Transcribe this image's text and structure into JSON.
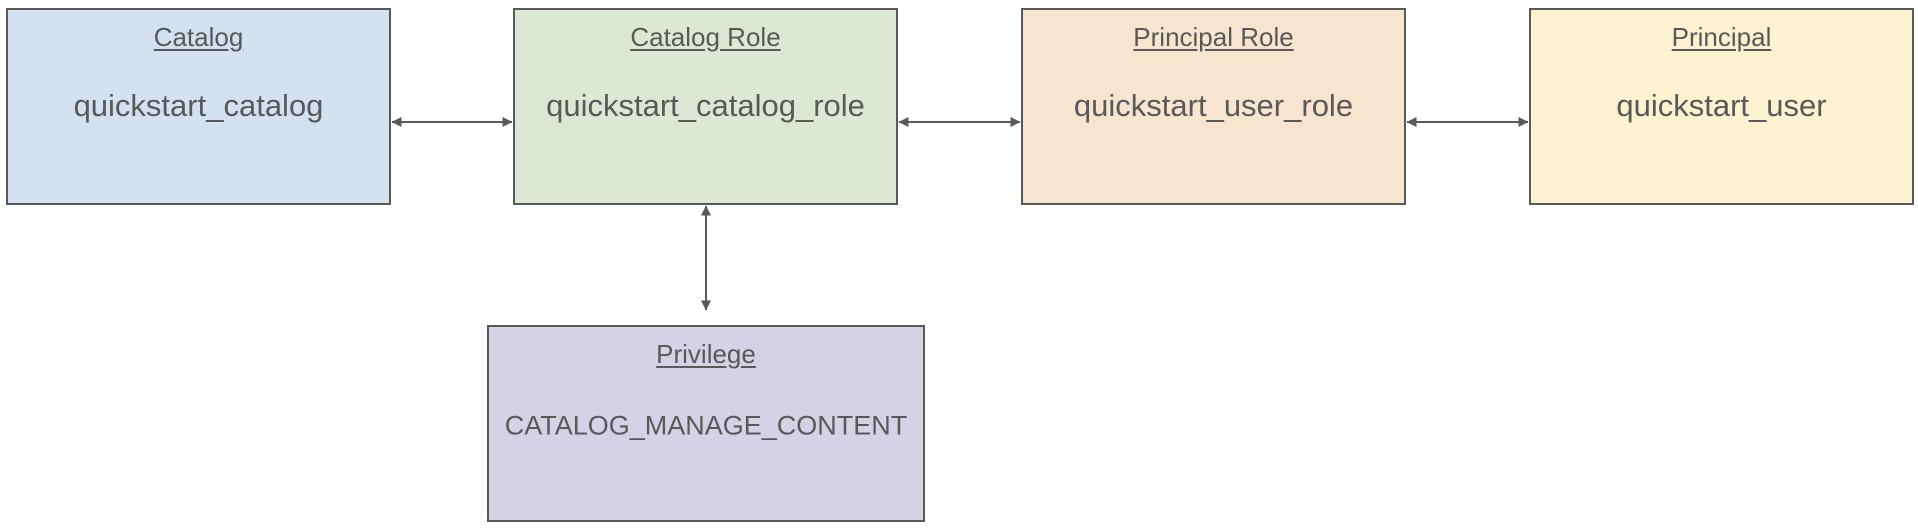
{
  "colors": {
    "catalog": "#d4e1f1",
    "catalog_role": "#dce8d4",
    "principal_role": "#f8e5d0",
    "principal": "#fcf2cf",
    "privilege": "#d7d1e5",
    "stroke": "#595959"
  },
  "nodes": {
    "catalog": {
      "title": "Catalog",
      "value": "quickstart_catalog"
    },
    "catalog_role": {
      "title": "Catalog Role",
      "value": "quickstart_catalog_role"
    },
    "principal_role": {
      "title": "Principal Role",
      "value": "quickstart_user_role"
    },
    "principal": {
      "title": "Principal",
      "value": "quickstart_user"
    },
    "privilege": {
      "title": "Privilege",
      "value": "CATALOG_MANAGE_CONTENT"
    }
  },
  "edges": [
    {
      "from": "catalog",
      "to": "catalog_role",
      "direction": "bidirectional"
    },
    {
      "from": "catalog_role",
      "to": "principal_role",
      "direction": "bidirectional"
    },
    {
      "from": "principal_role",
      "to": "principal",
      "direction": "bidirectional"
    },
    {
      "from": "catalog_role",
      "to": "privilege",
      "direction": "bidirectional"
    }
  ]
}
